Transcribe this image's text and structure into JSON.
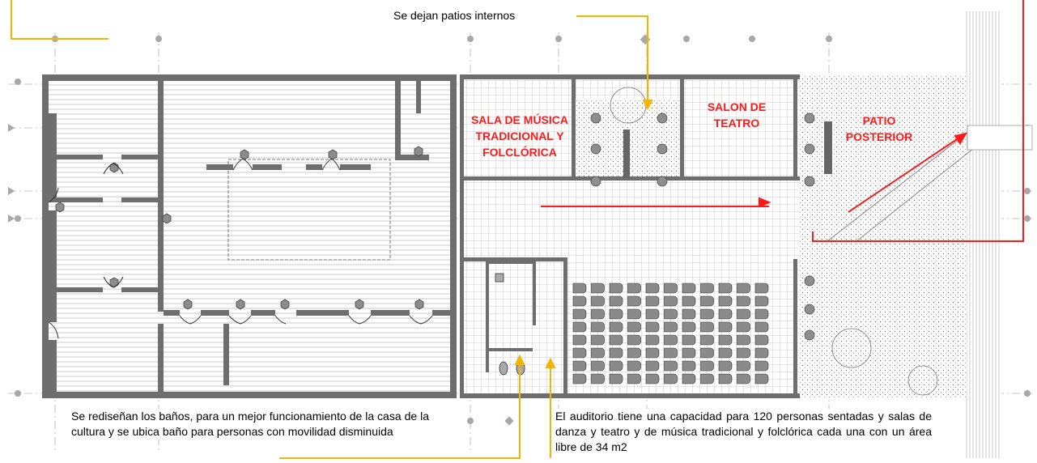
{
  "annotations": {
    "patios": "Se dejan patios  internos",
    "banos": "Se rediseñan los baños, para un mejor funcionamiento de la casa de la cultura y se ubica baño para personas con movilidad disminuida",
    "auditorio": "El auditorio tiene una capacidad para 120 personas sentadas y salas de danza y teatro y de música tradicional y folclórica  cada una con un área libre de 34 m2"
  },
  "rooms": {
    "sala_musica": [
      "SALA DE MÚSICA",
      "TRADICIONAL Y",
      "FOLCLÓRICA"
    ],
    "salon_teatro": [
      "SALON DE",
      "TEATRO"
    ],
    "patio_posterior": [
      "PATIO",
      "POSTERIOR"
    ]
  },
  "auditorium_seating": {
    "rows": 8,
    "columns": 11
  },
  "colors": {
    "callout": "#f5b400",
    "highlight": "#ff1a1a",
    "wall": "#6e6e6e",
    "grid": "#c8c8c8"
  }
}
